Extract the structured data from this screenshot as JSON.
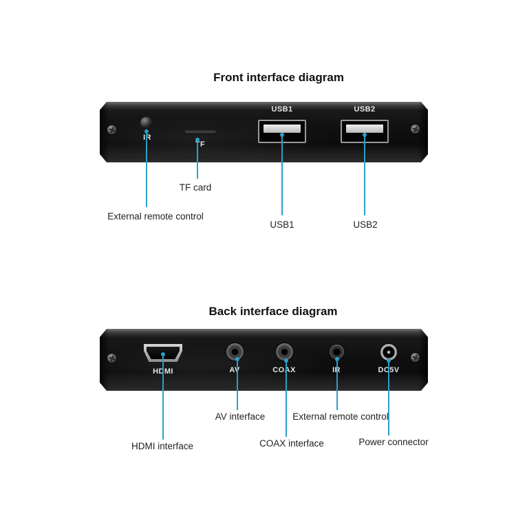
{
  "front": {
    "title": "Front interface diagram",
    "panel_labels": {
      "ir": "IR",
      "tf": "TF",
      "usb1": "USB1",
      "usb2": "USB2"
    },
    "callouts": {
      "tf": "TF card",
      "ir": "External remote control",
      "usb1": "USB1",
      "usb2": "USB2"
    }
  },
  "back": {
    "title": "Back interface diagram",
    "panel_labels": {
      "hdmi": "HDMI",
      "av": "AV",
      "coax": "COAX",
      "ir": "IR",
      "dc5v": "DC5V"
    },
    "callouts": {
      "hdmi": "HDMI interface",
      "av": "AV interface",
      "coax": "COAX interface",
      "ir": "External remote control",
      "power": "Power connector"
    }
  },
  "colors": {
    "callout_line": "#2b9fc9",
    "panel": "#141414",
    "background": "#ffffff"
  }
}
